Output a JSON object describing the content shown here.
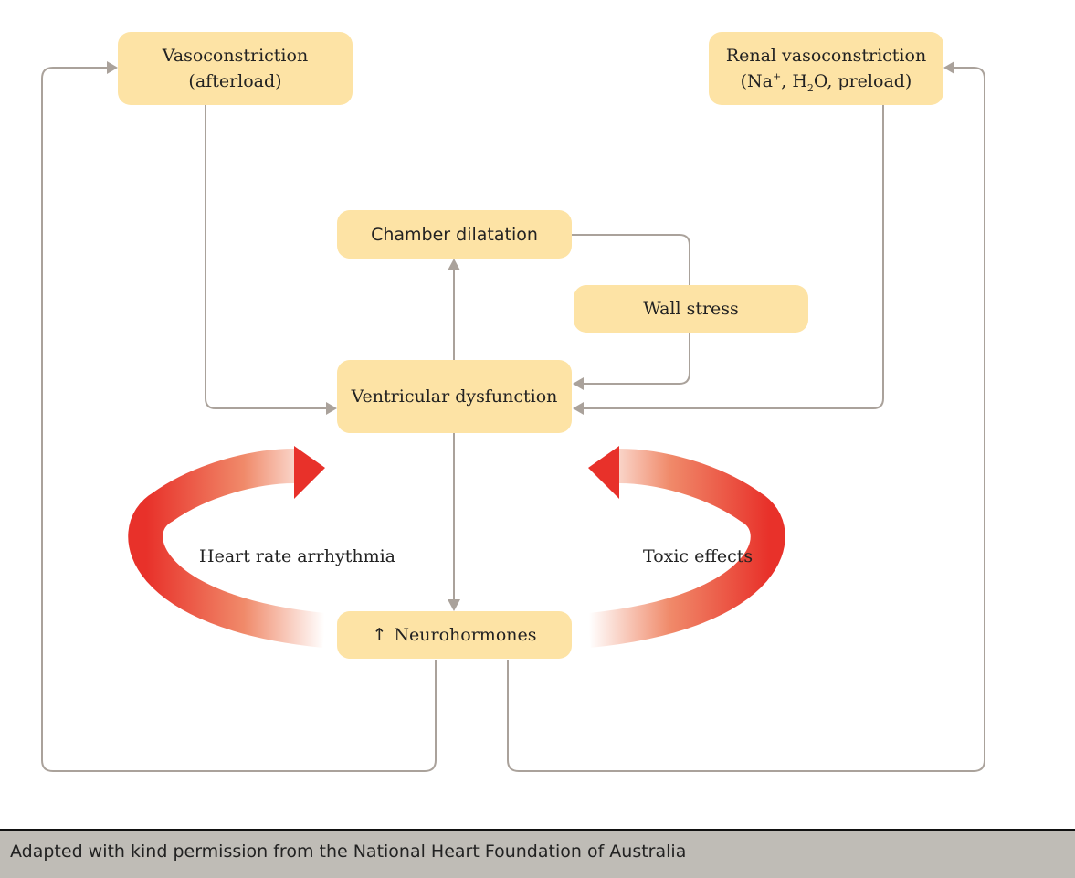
{
  "nodes": {
    "vasoconstriction": {
      "line1": "Vasoconstriction",
      "line2": "(afterload)"
    },
    "renal": {
      "line1": "Renal vasoconstriction",
      "open": "(Na",
      "na_sup": "+",
      "mid": ", H",
      "h_sub": "2",
      "close": "O, preload)"
    },
    "chamber_dilatation": "Chamber dilatation",
    "wall_stress": "Wall stress",
    "ventricular_dysfunction": "Ventricular dysfunction",
    "neurohormones": {
      "arrow": "↑",
      "text": "Neurohormones"
    }
  },
  "labels": {
    "heart_rate": "Heart rate arrhythmia",
    "toxic": "Toxic effects"
  },
  "footer": "Adapted with kind permission from the National Heart Foundation of Australia",
  "colors": {
    "node_fill": "#fde3a5",
    "connector": "#aaa29b",
    "red_arrow": "#e8312a",
    "footer_bg": "#bfbcb6"
  }
}
